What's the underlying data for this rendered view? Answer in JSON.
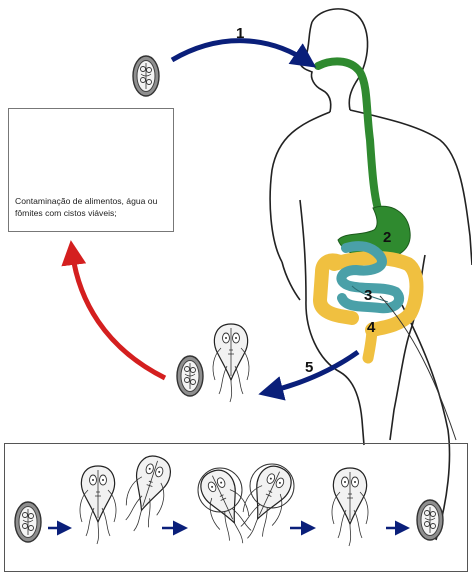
{
  "labels": {
    "step1": "1",
    "step2": "2",
    "step3": "3",
    "step4": "4",
    "step5": "5"
  },
  "caption": "Contaminação de alimentos, água ou fômites com cistos viáveis;",
  "colors": {
    "arrow_blue": "#0a1f7a",
    "arrow_red": "#d41f1f",
    "esophagus_green": "#2f8a2f",
    "intestine_teal": "#4aa0a8",
    "colon_yellow": "#f0c040",
    "cyst_fill": "#8f8f8f"
  },
  "icons": [
    "giardia-cyst-icon",
    "raspberry-icon",
    "apple-icon",
    "pear-icon",
    "water-glass-icon",
    "giardia-trophozoite-icon"
  ]
}
